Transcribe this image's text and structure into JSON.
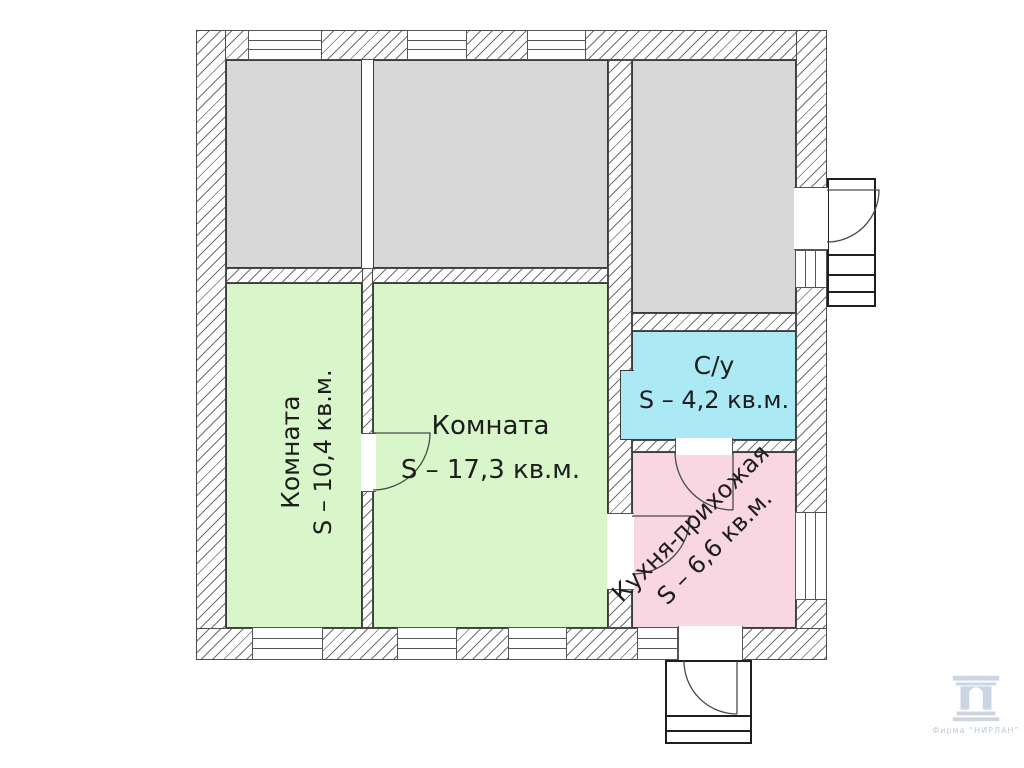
{
  "plan": {
    "rooms": {
      "room_left": {
        "name": "Комната",
        "area": "S – 10,4 кв.м."
      },
      "room_center": {
        "name": "Комната",
        "area": "S – 17,3 кв.м."
      },
      "bathroom": {
        "name": "С/у",
        "area": "S – 4,2 кв.м."
      },
      "kitchen": {
        "name": "Кухня-прихожая",
        "area": "S – 6,6 кв.м."
      }
    },
    "colors": {
      "room_green": "#d9f6ca",
      "bathroom_cyan": "#abe9f4",
      "kitchen_pink": "#f8d7e3",
      "storage_gray": "#d8d8d8",
      "wall_line": "#4c4c4c"
    },
    "watermark": {
      "text": "Фирма “НИРЛАН”"
    }
  }
}
